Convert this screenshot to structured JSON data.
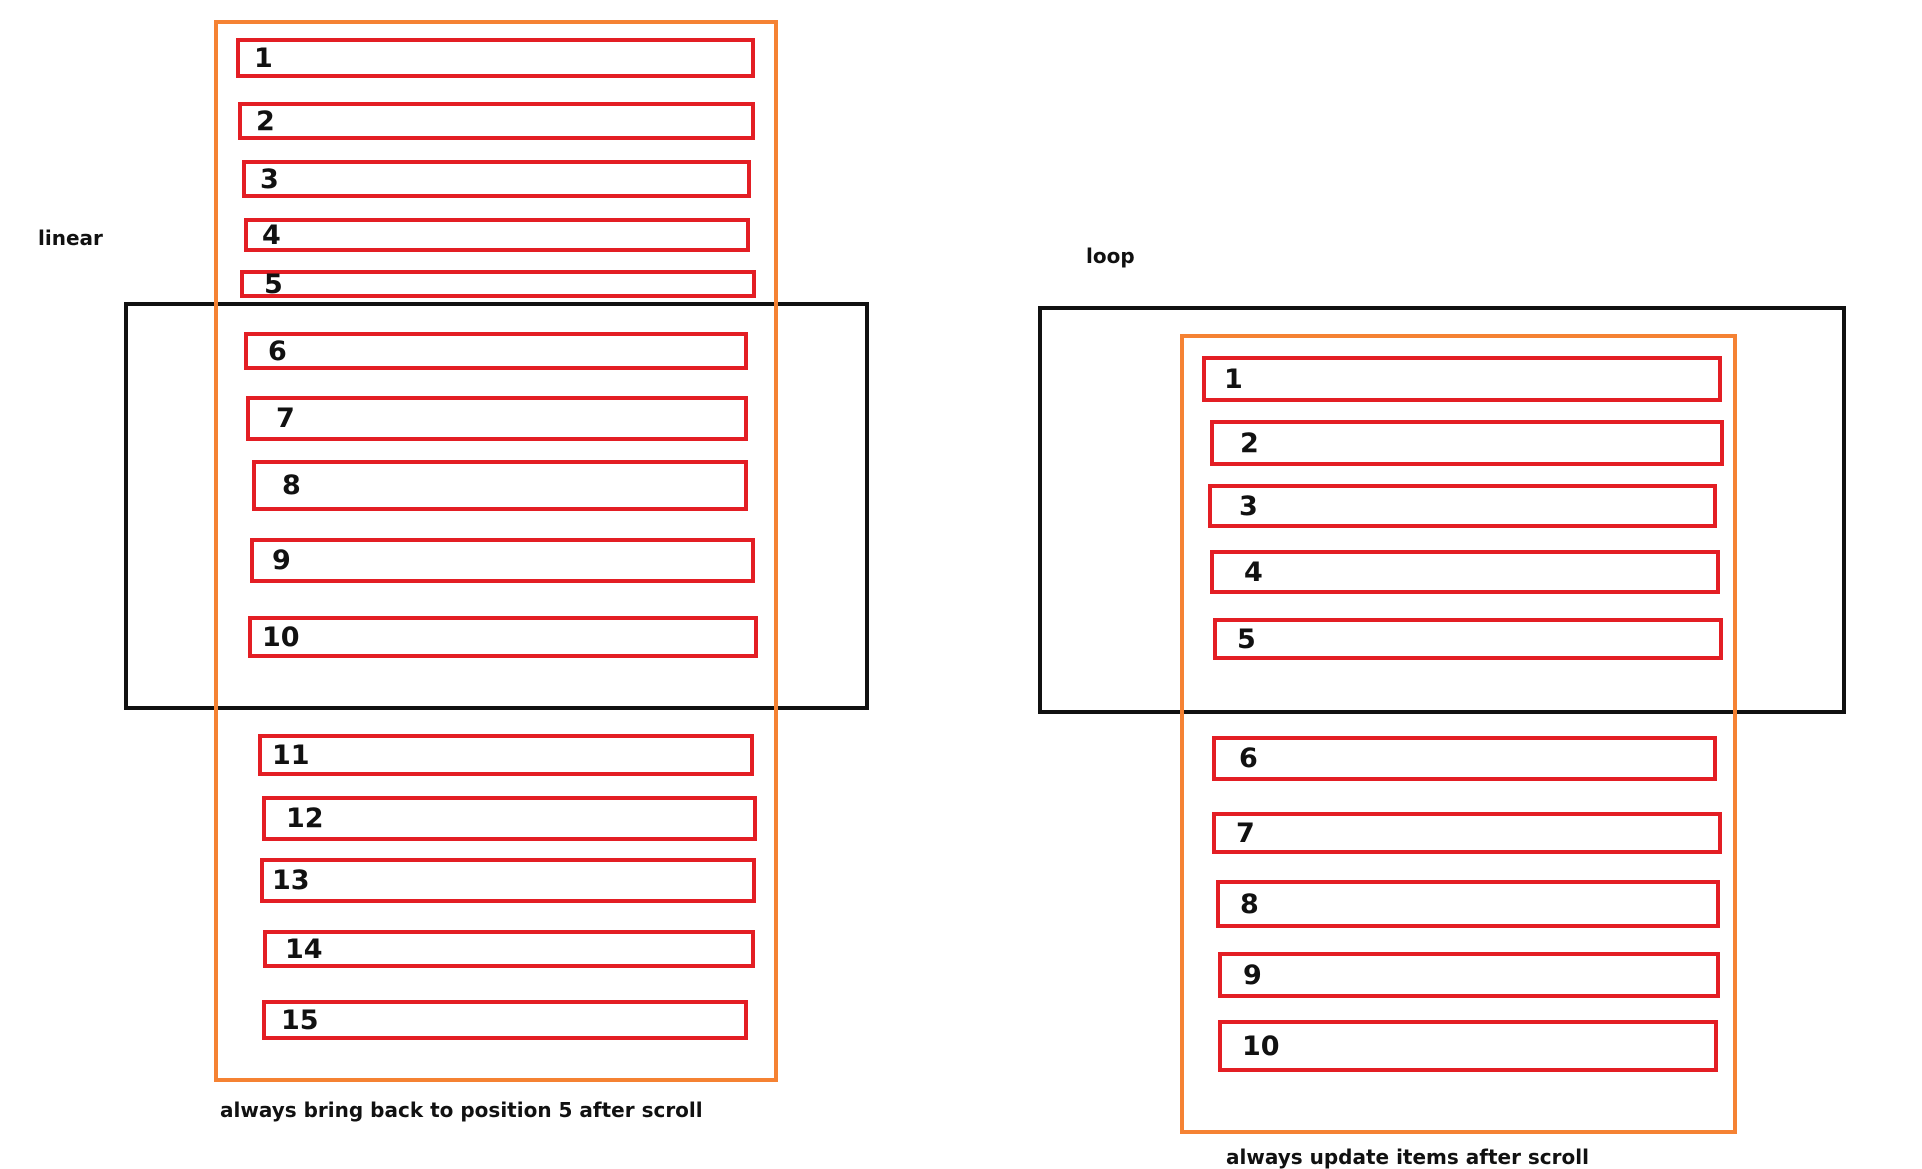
{
  "colors": {
    "viewport_border": "#111111",
    "list_border": "#f58233",
    "item_border": "#e31e24",
    "text": "#111111",
    "background": "#ffffff"
  },
  "linear": {
    "title": "linear",
    "caption": "always bring back to position 5 after scroll",
    "items": [
      "1",
      "2",
      "3",
      "4",
      "5",
      "6",
      "7",
      "8",
      "9",
      "10",
      "11",
      "12",
      "13",
      "14",
      "15"
    ]
  },
  "loop": {
    "title": "loop",
    "caption": "always update items after scroll",
    "items": [
      "1",
      "2",
      "3",
      "4",
      "5",
      "6",
      "7",
      "8",
      "9",
      "10"
    ]
  }
}
